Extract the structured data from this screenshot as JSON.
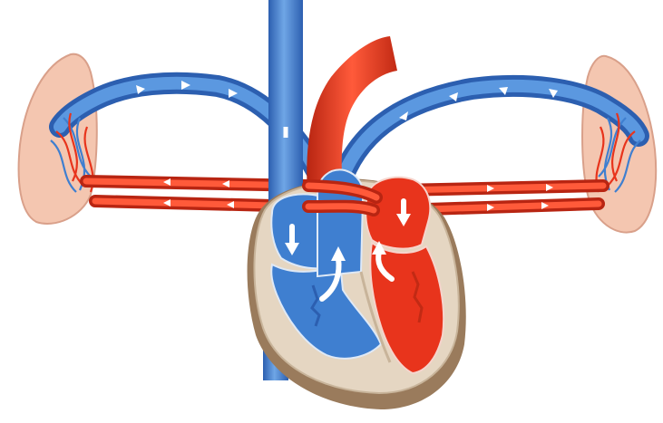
{
  "diagram": {
    "type": "pulmonary-circulation-illustration",
    "labels": [],
    "colors": {
      "deoxygenated_blood": "#3f7fd0",
      "deoxygenated_dark": "#2c5fb0",
      "oxygenated_blood": "#e8341c",
      "oxygenated_dark": "#c22a14",
      "lung_tissue": "#f4c6b0",
      "heart_wall": "#e5d6c2",
      "heart_base": "#9a7b5c",
      "flow_arrow": "#ffffff",
      "outline": "#8a5a4a"
    },
    "parts": [
      "left-lung",
      "right-lung",
      "superior-vena-cava",
      "aorta",
      "pulmonary-artery-left-branch",
      "pulmonary-artery-right-branch",
      "pulmonary-vein-upper",
      "pulmonary-vein-lower",
      "right-atrium",
      "right-ventricle",
      "left-atrium",
      "left-ventricle"
    ]
  }
}
